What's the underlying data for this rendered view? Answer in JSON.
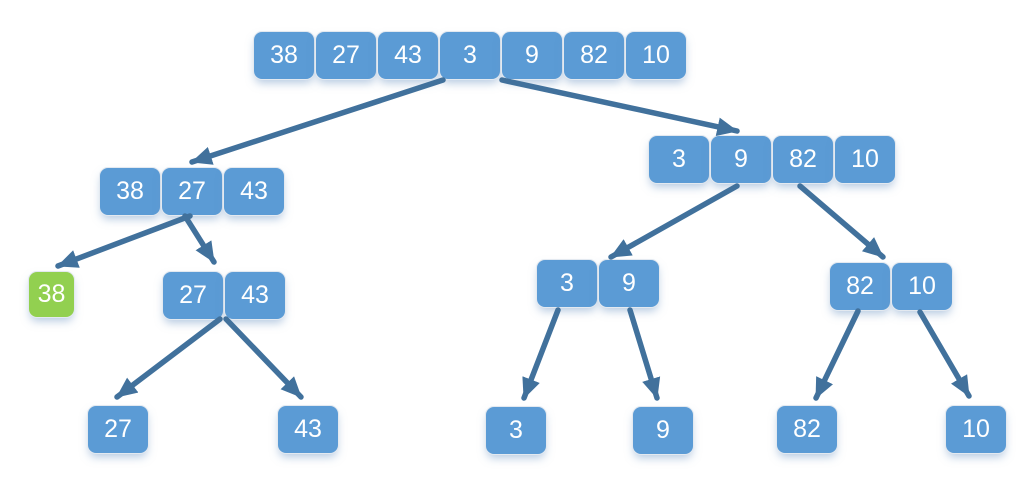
{
  "colors": {
    "node_fill": "#5b9bd5",
    "node_border": "#e3e9f0",
    "node_highlight_fill": "#92d050",
    "arrow": "#41719c",
    "node_text": "#ffffff",
    "background": "#ffffff"
  },
  "groups": [
    {
      "id": "array-full",
      "values": [
        "38",
        "27",
        "43",
        "3",
        "9",
        "82",
        "10"
      ]
    },
    {
      "id": "array-left-half",
      "values": [
        "38",
        "27",
        "43"
      ]
    },
    {
      "id": "array-right-half",
      "values": [
        "3",
        "9",
        "82",
        "10"
      ]
    },
    {
      "id": "single-38-highlighted",
      "values": [
        "38"
      ],
      "highlighted": true
    },
    {
      "id": "pair-27-43",
      "values": [
        "27",
        "43"
      ]
    },
    {
      "id": "pair-3-9",
      "values": [
        "3",
        "9"
      ]
    },
    {
      "id": "pair-82-10",
      "values": [
        "82",
        "10"
      ]
    },
    {
      "id": "single-27",
      "values": [
        "27"
      ]
    },
    {
      "id": "single-43",
      "values": [
        "43"
      ]
    },
    {
      "id": "single-3",
      "values": [
        "3"
      ]
    },
    {
      "id": "single-9",
      "values": [
        "9"
      ]
    },
    {
      "id": "single-82",
      "values": [
        "82"
      ]
    },
    {
      "id": "single-10",
      "values": [
        "10"
      ]
    }
  ]
}
